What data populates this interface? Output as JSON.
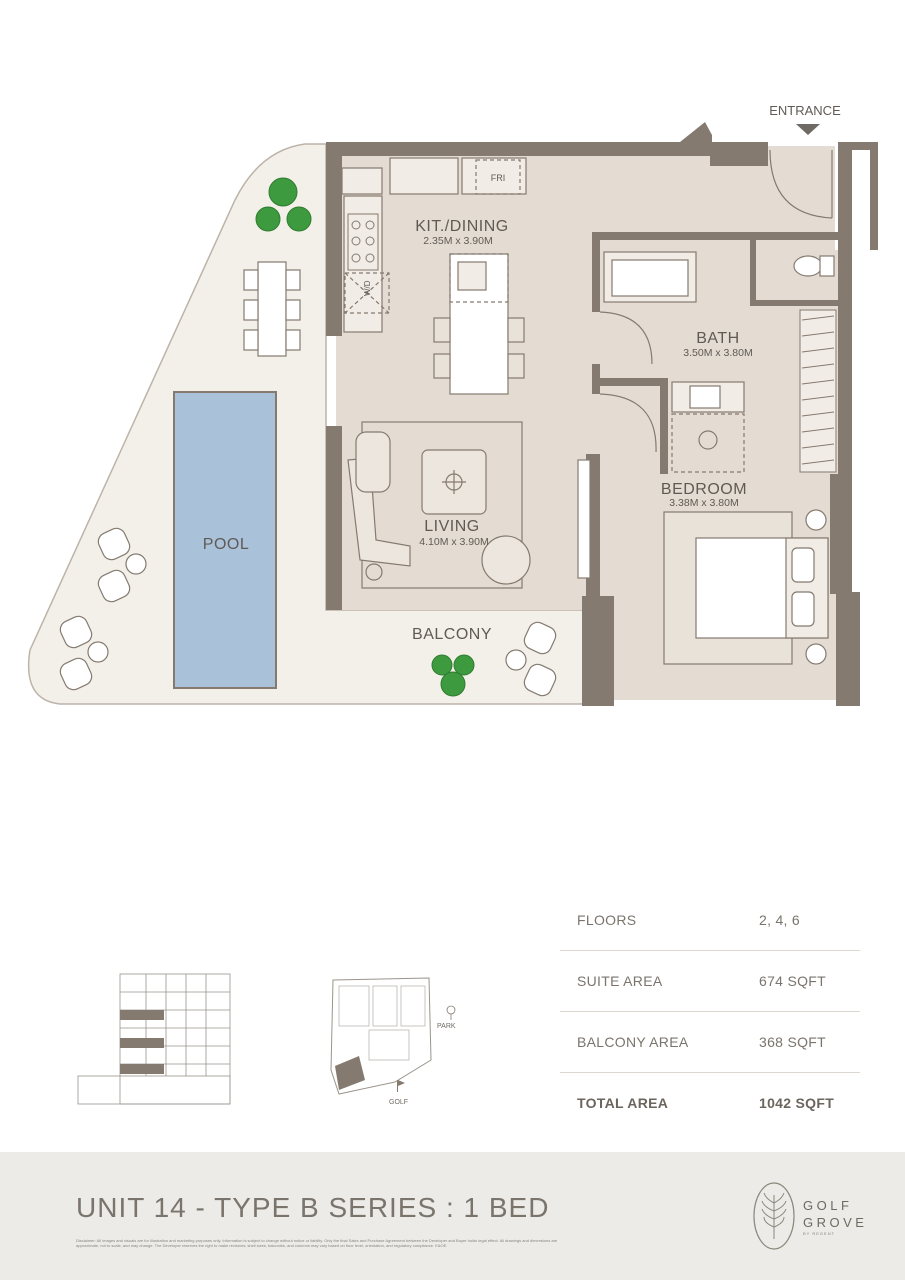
{
  "plan": {
    "entrance_label": "ENTRANCE",
    "rooms": {
      "kitchen": {
        "name": "KIT./DINING",
        "dims": "2.35M x 3.90M"
      },
      "bath": {
        "name": "BATH",
        "dims": "3.50M x 3.80M"
      },
      "bedroom": {
        "name": "BEDROOM",
        "dims": "3.38M x 3.80M"
      },
      "living": {
        "name": "LIVING",
        "dims": "4.10M x 3.90M"
      },
      "pool": {
        "name": "POOL"
      },
      "balcony": {
        "name": "BALCONY"
      }
    },
    "fridge_label": "FRI",
    "wardrobe_label": "W/D",
    "colors": {
      "floor": "#e4dcd3",
      "terrace": "#f3f0ea",
      "wall": "#857a70",
      "pool": "#a9c2da",
      "plant": "#3e9a3e"
    }
  },
  "keyplan": {
    "park_label": "PARK",
    "golf_label": "GOLF"
  },
  "specs": [
    {
      "label": "FLOORS",
      "value": "2, 4, 6"
    },
    {
      "label": "SUITE AREA",
      "value": "674 SQFT"
    },
    {
      "label": "BALCONY AREA",
      "value": "368 SQFT"
    },
    {
      "label": "TOTAL AREA",
      "value": "1042 SQFT"
    }
  ],
  "footer": {
    "unit_title": "UNIT 14 - TYPE B SERIES : 1 BED",
    "disclaimer": "Disclaimer: All images and visuals are for illustration and marketing purposes only. Information is subject to change without notice or liability. Only the final Sales and Purchase Agreement between the Developer and Buyer holds legal effect. All drawings and dimensions are approximate, not to scale, and may change. The Developer reserves the right to make revisions; shell sizes, balconies, and columns may vary based on floor level, orientation, and regulatory compliance. E&OE.",
    "logo_line1": "GOLF",
    "logo_line2": "GROVE",
    "logo_line3": "BY REGENT"
  }
}
